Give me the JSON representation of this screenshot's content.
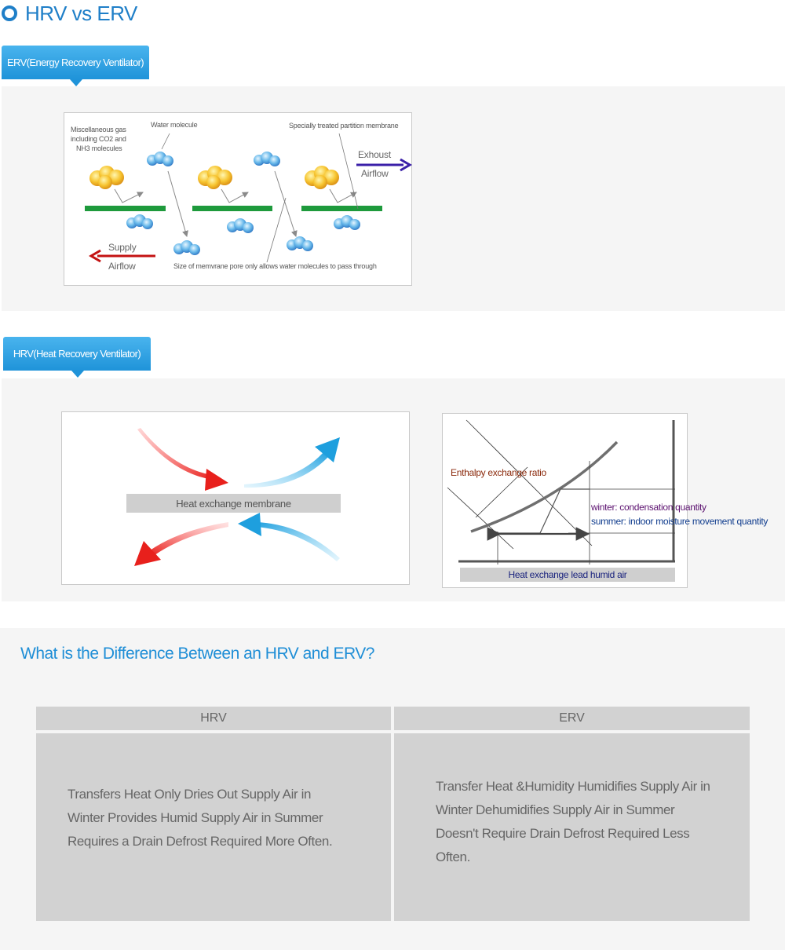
{
  "page": {
    "title": "HRV vs ERV",
    "accent_color": "#1f7fc8"
  },
  "erv": {
    "tab_label": "ERV(Energy Recovery Ventilator)",
    "labels": {
      "misc_gas": [
        "Miscellaneous gas",
        "including CO2 and",
        "NH3 molecules"
      ],
      "water_molecule": "Water molecule",
      "partition": "Specially treated partition membrane",
      "exhaust": "Exhoust",
      "exhaust_airflow": "Airflow",
      "supply": "Supply",
      "supply_airflow": "Airflow",
      "pore_note": "Size of memvrane pore only allows water molecules to pass through"
    },
    "colors": {
      "membrane": "#1e9a3c",
      "exhaust_arrow": "#3a1fa8",
      "supply_arrow": "#c41212"
    }
  },
  "hrv": {
    "tab_label": "HRV(Heat Recovery Ventilator)",
    "membrane_label": "Heat exchange membrane",
    "colors": {
      "warm": "#e8201c",
      "cool": "#1e9fde"
    },
    "graph": {
      "enthalpy_label": "Enthalpy exchange ratio",
      "winter_label": "winter: condensation quantity",
      "summer_label": "summer: indoor moisture movement quantity",
      "bottom_label": "Heat exchange lead humid air",
      "colors": {
        "enthalpy": "#8b2a0c",
        "winter": "#5a0f6e",
        "summer": "#0d3a8c"
      }
    }
  },
  "difference": {
    "title": "What is the Difference Between an HRV and ERV?",
    "columns": [
      {
        "header": "HRV",
        "lines": [
          "Transfers Heat Only Dries Out Supply Air in",
          "Winter Provides Humid Supply Air in Summer",
          "Requires a Drain Defrost Required More Often."
        ]
      },
      {
        "header": "ERV",
        "lines": [
          "Transfer Heat &Humidity Humidifies Supply Air in",
          "Winter Dehumidifies Supply Air in Summer",
          "Doesn't Require Drain Defrost Required Less",
          "Often."
        ]
      }
    ]
  }
}
